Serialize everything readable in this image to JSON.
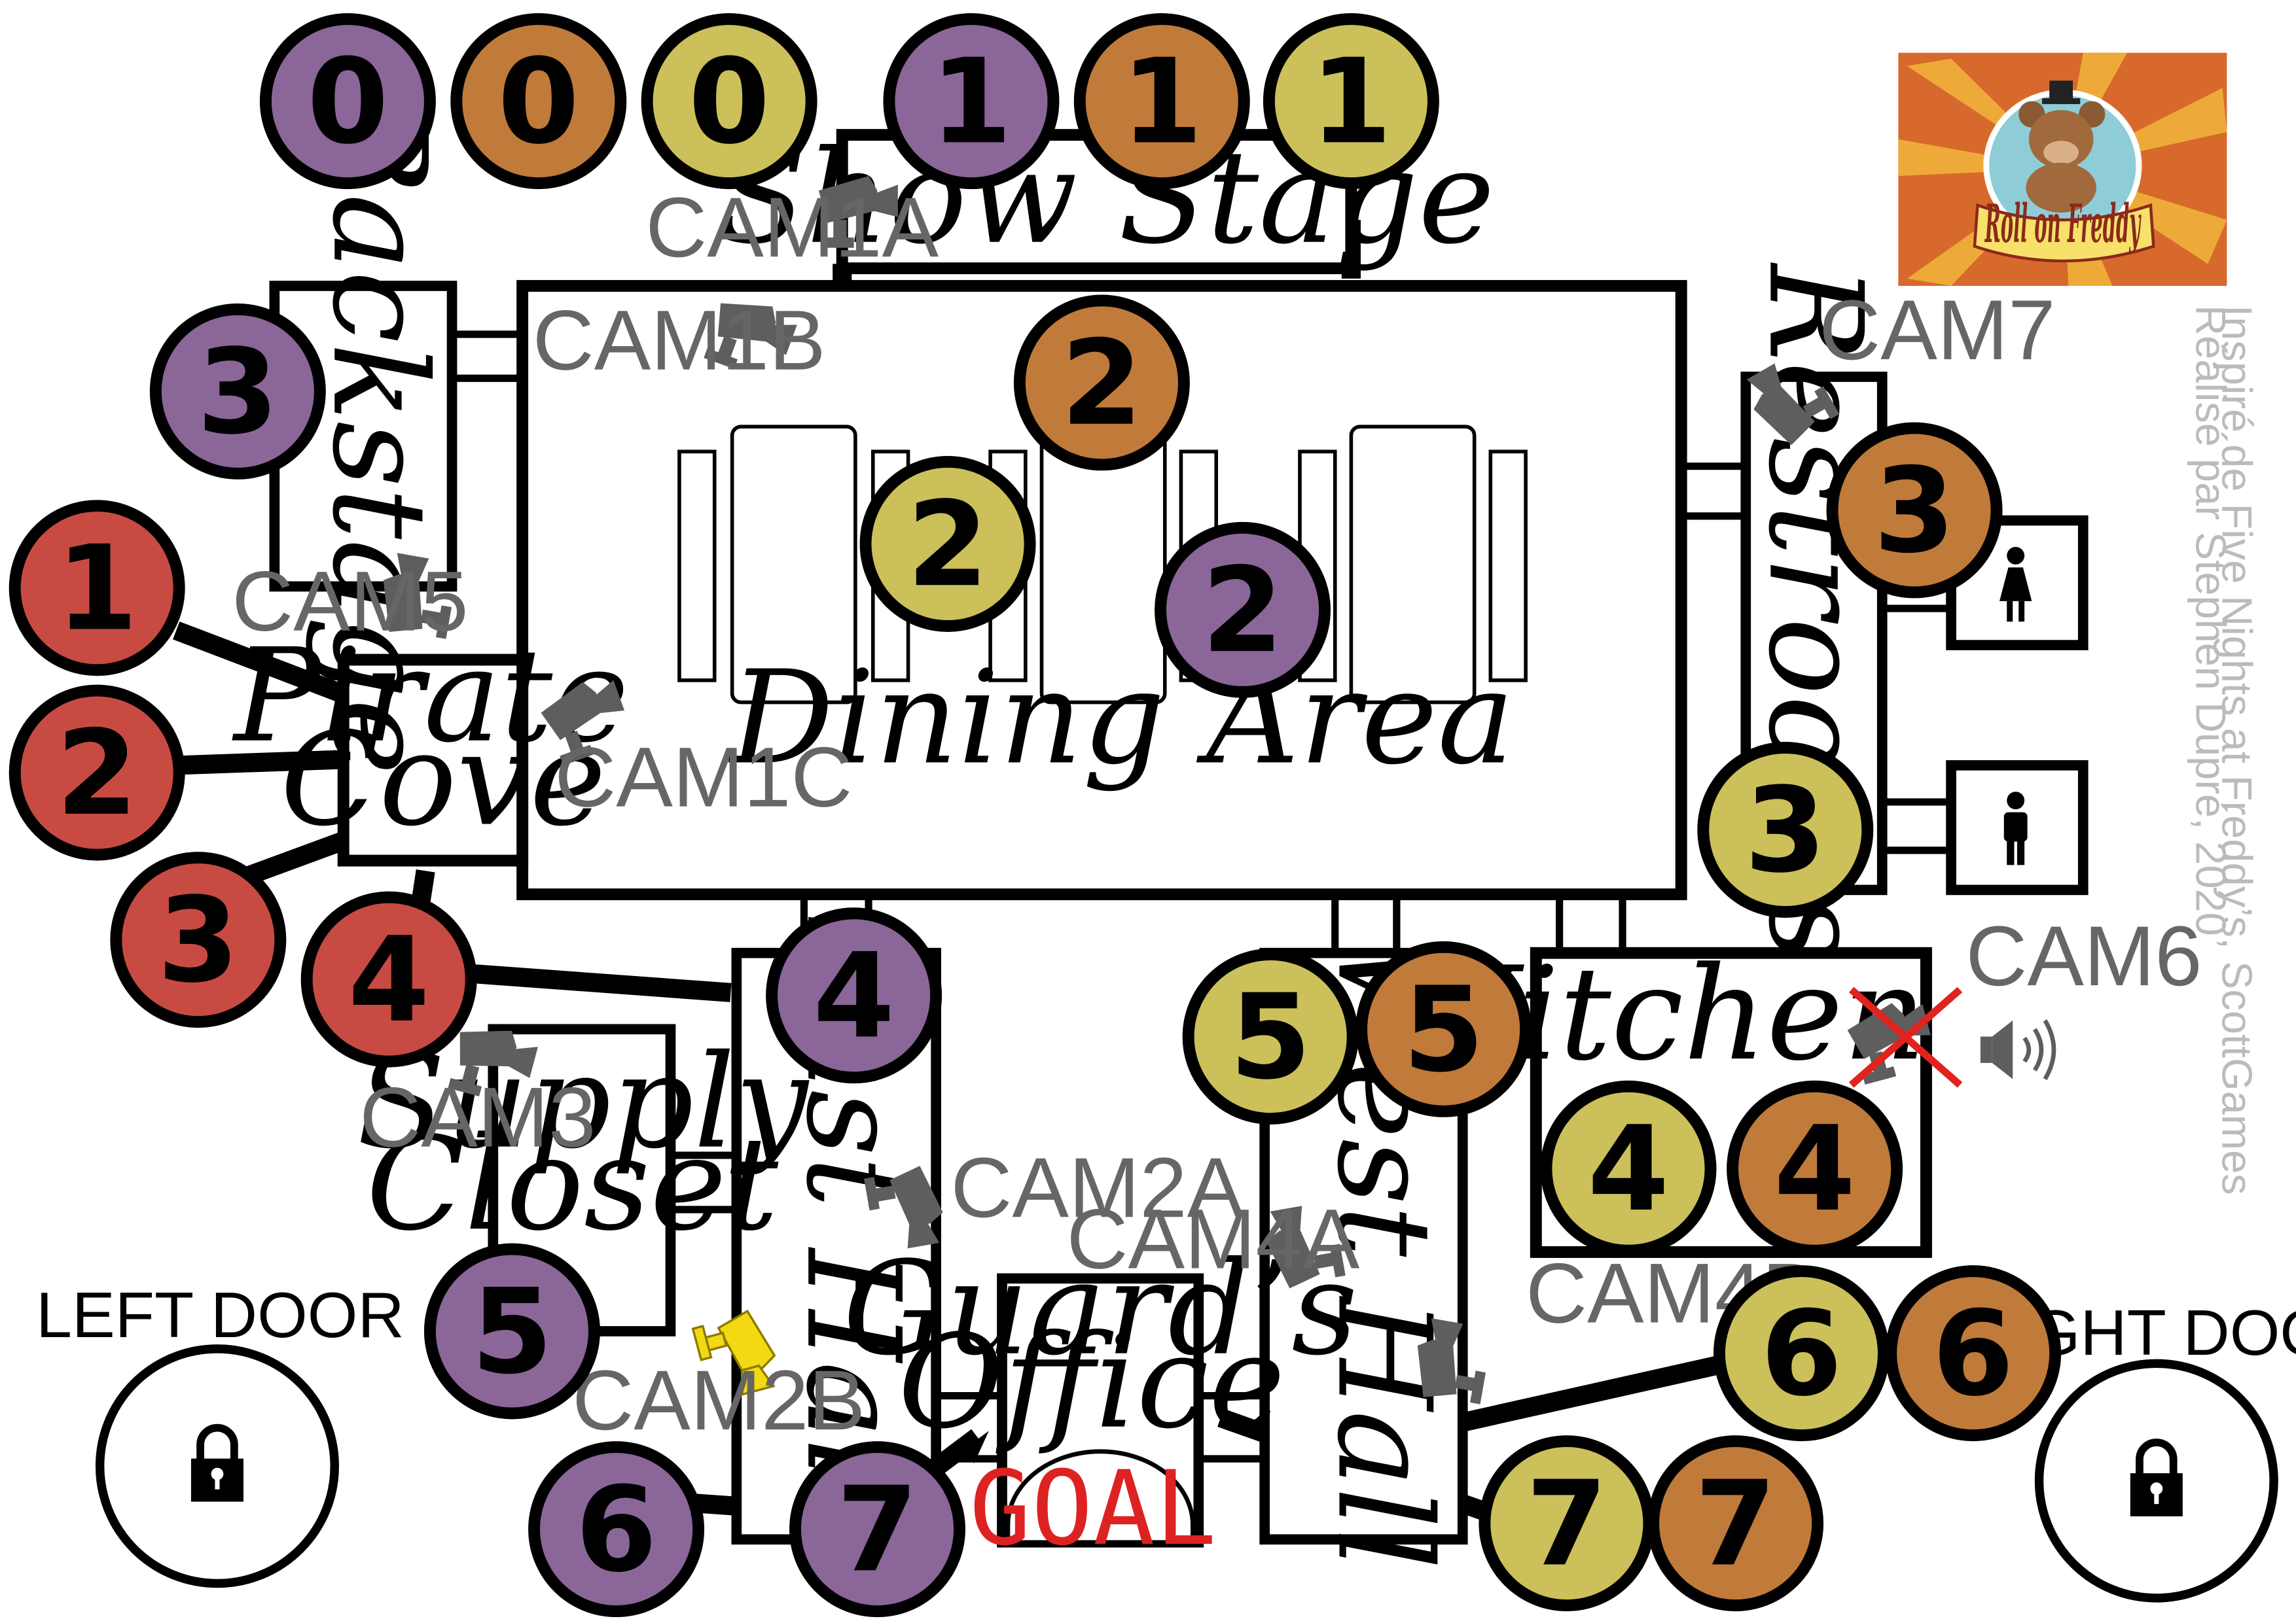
{
  "rooms": {
    "show_stage": "Show Stage",
    "dining_area": "Dining Area",
    "backstage": "Backstage",
    "pirate_cove_line1": "Pirate",
    "pirate_cove_line2": "Cove",
    "restrooms": "Restrooms",
    "supply_closet_line1": "Supply",
    "supply_closet_line2": "Closet",
    "east_hall": "East Hall",
    "west_hall": "West Hall",
    "kitchen": "Kitchen",
    "guards_office_line1": "Guard’s",
    "guards_office_line2": "Office",
    "goal": "GOAL"
  },
  "cameras": {
    "cam1a": "CAM1A",
    "cam1b": "CAM1B",
    "cam1c": "CAM1C",
    "cam2a": "CAM2A",
    "cam2b": "CAM2B",
    "cam3": "CAM3",
    "cam4a": "CAM4A",
    "cam4b": "CAM4B",
    "cam5": "CAM5",
    "cam6": "CAM6",
    "cam7": "CAM7"
  },
  "doors": {
    "left": "LEFT DOOR",
    "right": "RIGHT DOOR"
  },
  "credits": {
    "line1": "Inspiré de Five Nights at Freddy’s, ScottGames",
    "line2": "Réalisé par Stephen Dupré, 2020"
  },
  "logo_text": "Roll on Freddy",
  "colors": {
    "bonnie_purple": "#8a6699",
    "freddy_orange": "#c07a3a",
    "chica_yellow": "#cbc05a",
    "foxy_red": "#c84b43",
    "camera_gray": "#5e5e5e",
    "active_camera_yellow": "#f3d914",
    "disabled_cross_red": "#e0231f",
    "goal_red": "#dd2222",
    "logo_background": "#d8692c"
  },
  "icons": [
    "security-camera-icon",
    "padlock-icon",
    "speaker-icon",
    "woman-restroom-icon",
    "man-restroom-icon",
    "cross-out-icon"
  ],
  "tokens": {
    "track_purple_0": "0",
    "track_orange_0": "0",
    "track_yellow_0": "0",
    "track_purple_1": "1",
    "track_orange_1": "1",
    "track_yellow_1": "1",
    "orange_2": "2",
    "yellow_2": "2",
    "purple_2": "2",
    "purple_3": "3",
    "orange_3": "3",
    "yellow_3": "3",
    "red_1": "1",
    "red_2": "2",
    "red_3": "3",
    "red_4": "4",
    "purple_4": "4",
    "yellow_4": "4",
    "orange_4": "4",
    "purple_5": "5",
    "yellow_5": "5",
    "orange_5": "5",
    "purple_6": "6",
    "yellow_6": "6",
    "orange_6": "6",
    "purple_7": "7",
    "yellow_7": "7",
    "orange_7": "7"
  }
}
